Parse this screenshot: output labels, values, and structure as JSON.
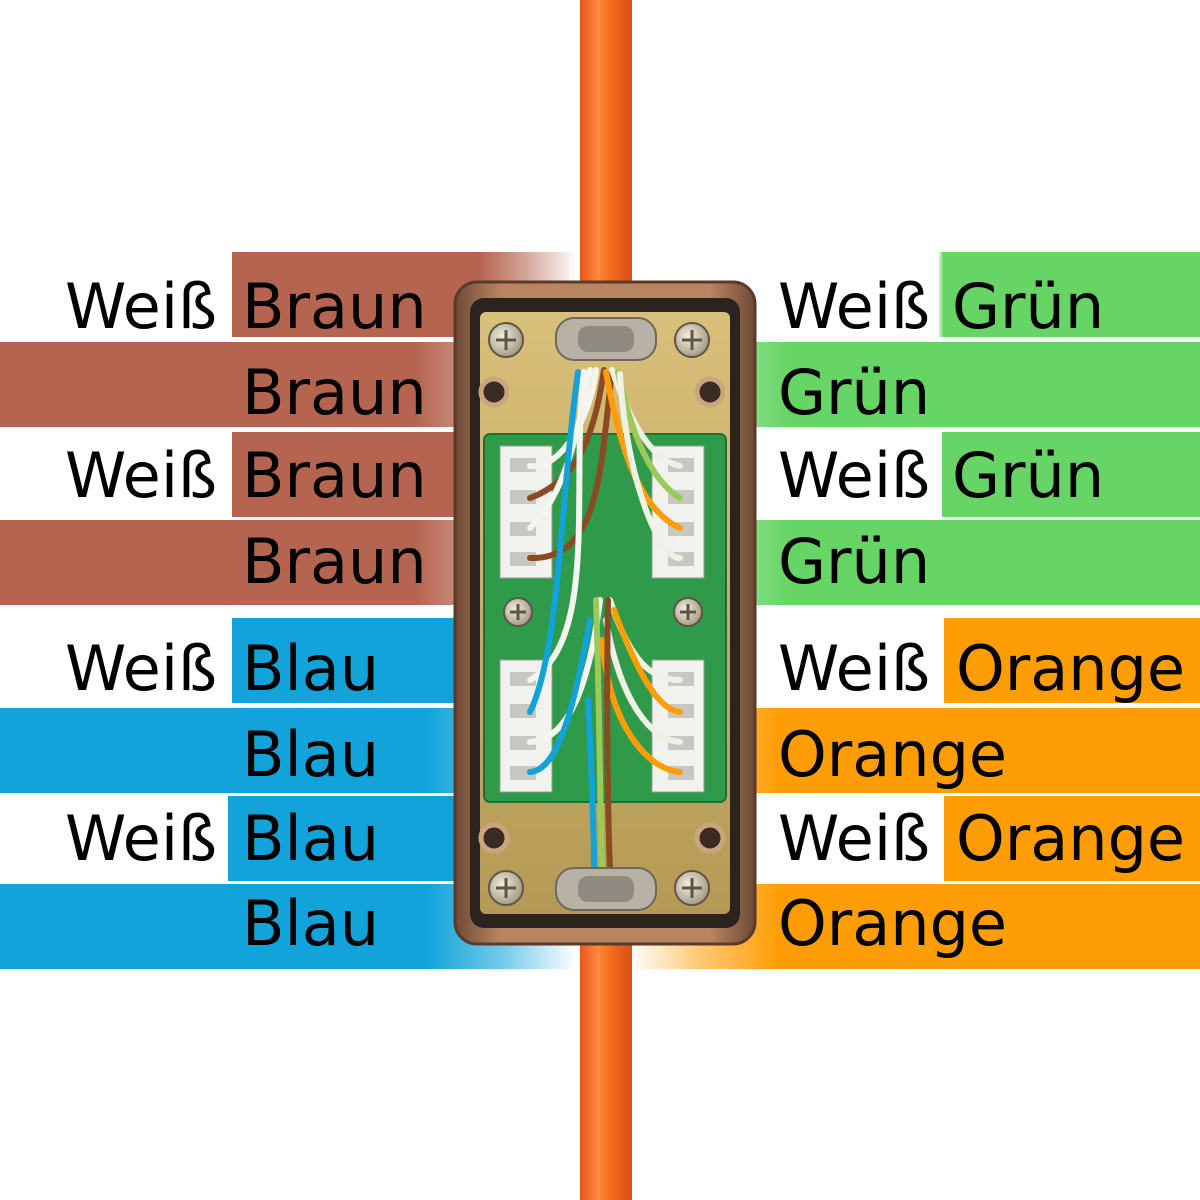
{
  "labels": {
    "left": [
      {
        "white": "Weiß",
        "color": "Braun"
      },
      {
        "color": "Braun"
      },
      {
        "white": "Weiß",
        "color": "Braun"
      },
      {
        "color": "Braun"
      },
      {
        "white": "Weiß",
        "color": "Blau"
      },
      {
        "color": "Blau"
      },
      {
        "white": "Weiß",
        "color": "Blau"
      },
      {
        "color": "Blau"
      }
    ],
    "right": [
      {
        "white": "Weiß",
        "color": "Grün"
      },
      {
        "color": "Grün"
      },
      {
        "white": "Weiß",
        "color": "Grün"
      },
      {
        "color": "Grün"
      },
      {
        "white": "Weiß",
        "color": "Orange"
      },
      {
        "color": "Orange"
      },
      {
        "white": "Weiß",
        "color": "Orange"
      },
      {
        "color": "Orange"
      }
    ]
  },
  "colors": {
    "braun": "#b5654f",
    "blau": "#11a3d9",
    "gruen": "#66d565",
    "orange": "#ff9d06",
    "cable": "#f46a1c",
    "pcb": "#2e9a4a",
    "housing": "#9a6a4e"
  },
  "icons": [
    "screw-icon",
    "rj45-cable-icon",
    "junction-box-icon"
  ]
}
